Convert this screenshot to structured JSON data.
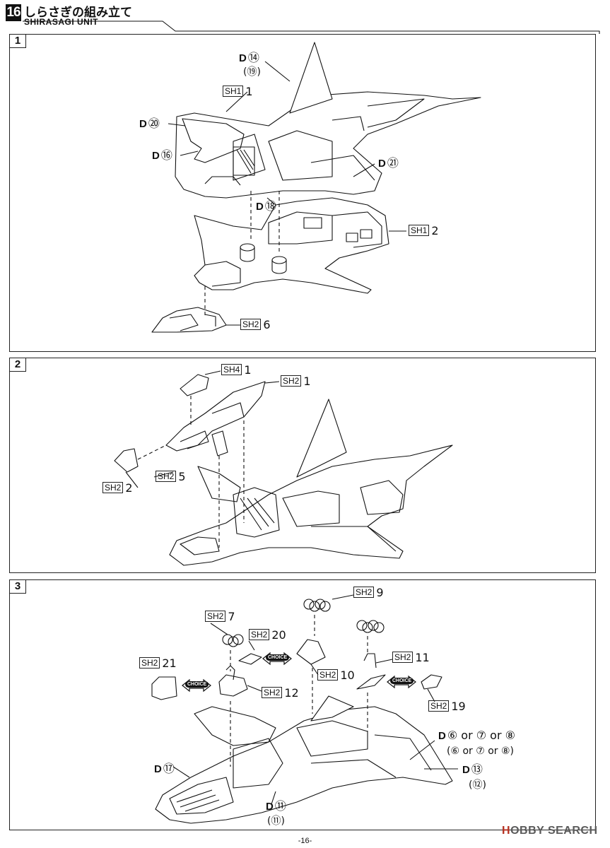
{
  "header": {
    "number": "16",
    "title_jp": "しらさぎの組み立て",
    "title_en": "SHIRASAGI UNIT"
  },
  "steps": [
    {
      "number": "1",
      "labels": [
        {
          "key": "d14",
          "prefix": "D",
          "text": "⑭"
        },
        {
          "key": "d14sub",
          "text": "(⑲)"
        },
        {
          "key": "sh1_1",
          "tag": "SH1",
          "text": "1"
        },
        {
          "key": "d20",
          "prefix": "D",
          "text": "⑳"
        },
        {
          "key": "d16",
          "prefix": "D",
          "text": "⑯"
        },
        {
          "key": "d21",
          "prefix": "D",
          "text": "㉑"
        },
        {
          "key": "d18",
          "prefix": "D",
          "text": "⑱"
        },
        {
          "key": "sh1_2",
          "tag": "SH1",
          "text": "2"
        },
        {
          "key": "sh2_6",
          "tag": "SH2",
          "text": "6"
        }
      ]
    },
    {
      "number": "2",
      "labels": [
        {
          "key": "sh4_1",
          "tag": "SH4",
          "text": "1"
        },
        {
          "key": "sh2_1",
          "tag": "SH2",
          "text": "1"
        },
        {
          "key": "sh2_5",
          "tag": "SH2",
          "text": "5"
        },
        {
          "key": "sh2_2",
          "tag": "SH2",
          "text": "2"
        }
      ]
    },
    {
      "number": "3",
      "labels": [
        {
          "key": "sh2_9",
          "tag": "SH2",
          "text": "9"
        },
        {
          "key": "sh2_7",
          "tag": "SH2",
          "text": "7"
        },
        {
          "key": "sh2_20",
          "tag": "SH2",
          "text": "20"
        },
        {
          "key": "sh2_21",
          "tag": "SH2",
          "text": "21"
        },
        {
          "key": "sh2_10",
          "tag": "SH2",
          "text": "10"
        },
        {
          "key": "sh2_11",
          "tag": "SH2",
          "text": "11"
        },
        {
          "key": "sh2_12",
          "tag": "SH2",
          "text": "12"
        },
        {
          "key": "sh2_19",
          "tag": "SH2",
          "text": "19"
        },
        {
          "key": "d678",
          "prefix": "D",
          "text": "⑥ or ⑦ or ⑧"
        },
        {
          "key": "d678sub",
          "text": "(⑥ or ⑦ or ⑧)"
        },
        {
          "key": "d17",
          "prefix": "D",
          "text": "⑰"
        },
        {
          "key": "d13",
          "prefix": "D",
          "text": "⑬"
        },
        {
          "key": "d13sub",
          "text": "(⑫)"
        },
        {
          "key": "d11",
          "prefix": "D",
          "text": "⑪"
        },
        {
          "key": "d11sub",
          "text": "(⑪)"
        }
      ]
    }
  ],
  "choice_label": "CHOICE",
  "footer": {
    "page": "-16-",
    "watermark_a": "H",
    "watermark_b": "OBBY SEARCH"
  }
}
